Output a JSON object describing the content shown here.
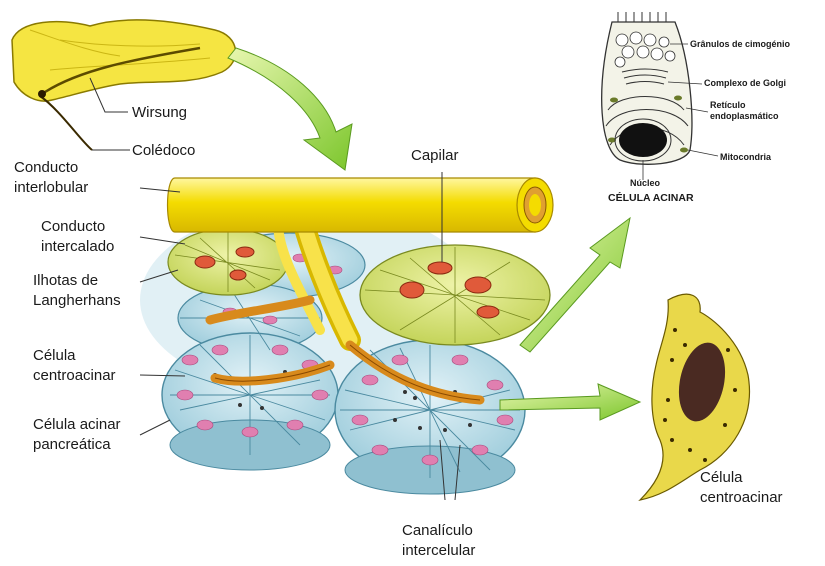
{
  "labels": {
    "wirsung": "Wirsung",
    "coledoco": "Colédoco",
    "conducto_interlobular": [
      "Conducto",
      "interlobular"
    ],
    "conducto_intercalado": [
      "Conducto",
      "intercalado"
    ],
    "ilhotas": [
      "Ilhotas de",
      "Langherhans"
    ],
    "celula_centroacinar": [
      "Célula",
      "centroacinar"
    ],
    "celula_acinar_pancreatica": [
      "Célula acinar",
      "pancreática"
    ],
    "capilar": "Capilar",
    "canaliculo": [
      "Canalículo",
      "intercelular"
    ],
    "celula_centroacinar_right": [
      "Célula",
      "centroacinar"
    ]
  },
  "inset": {
    "granulos": "Grânulos de cimogénio",
    "golgi": "Complexo de Golgi",
    "reticulo": [
      "Retículo",
      "endoplasmático"
    ],
    "mitocondria": "Mitocondria",
    "nucleo": "Núcleo",
    "title": "CÉLULA ACINAR"
  },
  "colors": {
    "duct_yellow": "#f4dc00",
    "pancreas_yellow": "#f5e542",
    "acinar_blue": "#bfe0ea",
    "islet_green": "#d9e47a",
    "arrow_green": "#8ed43a",
    "nucleus_pink": "#e07fb0",
    "canal_orange": "#d88a1c"
  }
}
